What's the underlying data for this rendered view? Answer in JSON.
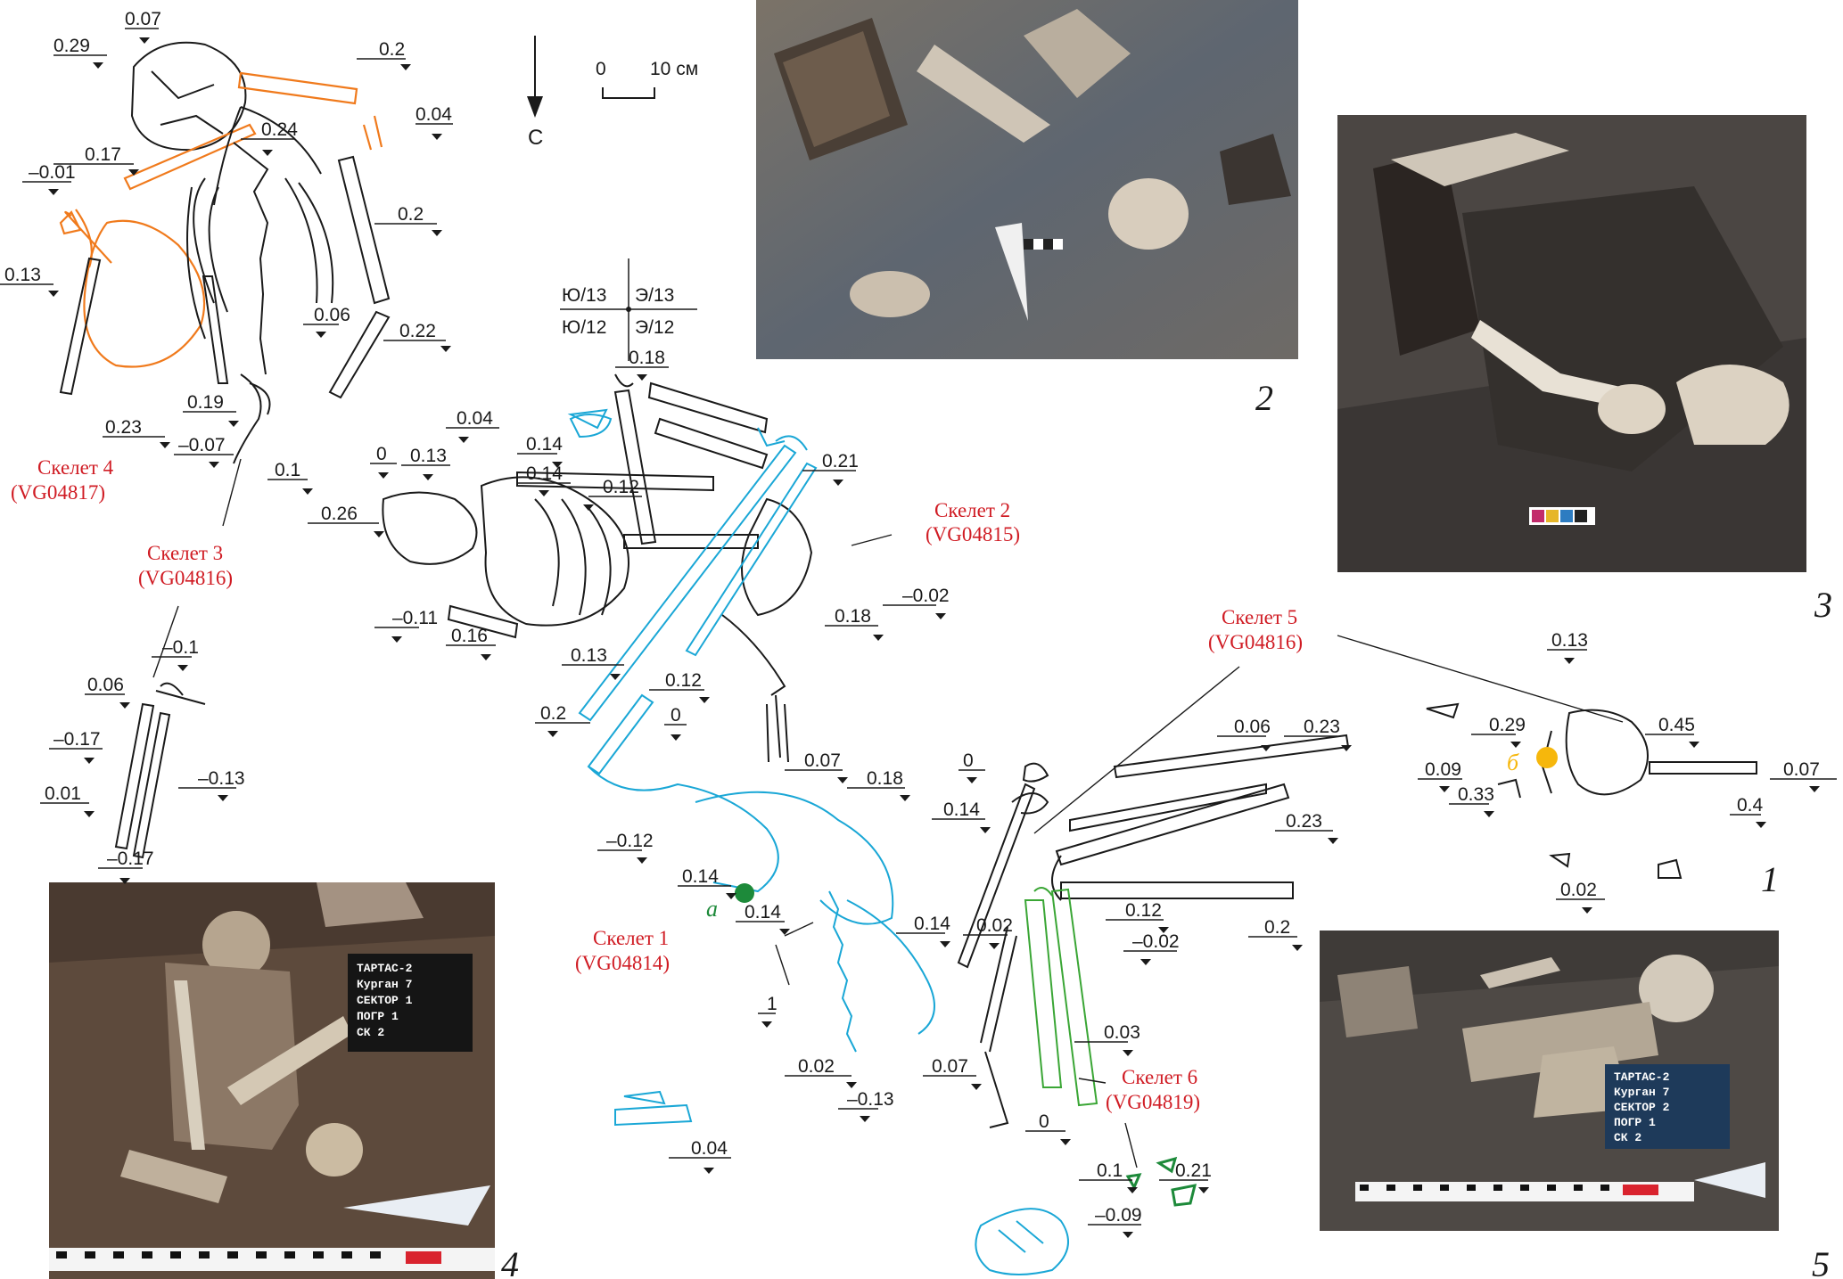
{
  "orientation": {
    "north_letter": "С"
  },
  "scale_bar": {
    "start": "0",
    "end": "10 см"
  },
  "grid_labels": [
    "Ю/13",
    "Э/13",
    "Ю/12",
    "Э/12"
  ],
  "skeletons": {
    "s1": {
      "name": "Скелет 1",
      "code": "(VG04814)"
    },
    "s2": {
      "name": "Скелет 2",
      "code": "(VG04815)"
    },
    "s3": {
      "name": "Скелет 3",
      "code": "(VG04816)"
    },
    "s4": {
      "name": "Скелет 4",
      "code": "(VG04817)"
    },
    "s5": {
      "name": "Скелет 5",
      "code": "(VG04816)"
    },
    "s6": {
      "name": "Скелет 6",
      "code": "(VG04819)"
    }
  },
  "sample_markers": {
    "a": "а",
    "b": "б"
  },
  "figure_parts": [
    "1",
    "2",
    "3",
    "4",
    "5"
  ],
  "sign_text": {
    "photo4": [
      "ТАРТАС-2",
      "Курган 7",
      "СЕКТОР 1",
      "ПОГР 1",
      "СК 2"
    ],
    "photo5": [
      "ТАРТАС-2",
      "Курган 7",
      "СЕКТОР 2",
      "ПОГР 1",
      "СК 2"
    ]
  },
  "depth_marks": [
    "0.07",
    "0.29",
    "0.2",
    "0.04",
    "0.17",
    "0.24",
    "–0.01",
    "0.2",
    "0.13",
    "0.06",
    "0.22",
    "0.19",
    "0.23",
    "–0.07",
    "0.1",
    "0.04",
    "0.14",
    "0.21",
    "0.18",
    "0",
    "0.13",
    "0.14",
    "0.12",
    "0.26",
    "–0.11",
    "0.16",
    "0.13",
    "0.18",
    "–0.02",
    "0.2",
    "0.12",
    "0",
    "0.07",
    "–0.1",
    "0.06",
    "–0.17",
    "–0.13",
    "0.01",
    "–0.17",
    "0.18",
    "–0.12",
    "0.14",
    "0.14",
    "1",
    "0.14",
    "0.02",
    "0.02",
    "0.07",
    "–0.13",
    "0.04",
    "0",
    "0.06",
    "0.23",
    "0.14",
    "0.23",
    "0.12",
    "–0.02",
    "0.2",
    "0.03",
    "0",
    "0.1",
    "0.21",
    "–0.09",
    "0.13",
    "0.29",
    "0.45",
    "0.09",
    "0.33",
    "0.07",
    "0.4",
    "0.02"
  ]
}
